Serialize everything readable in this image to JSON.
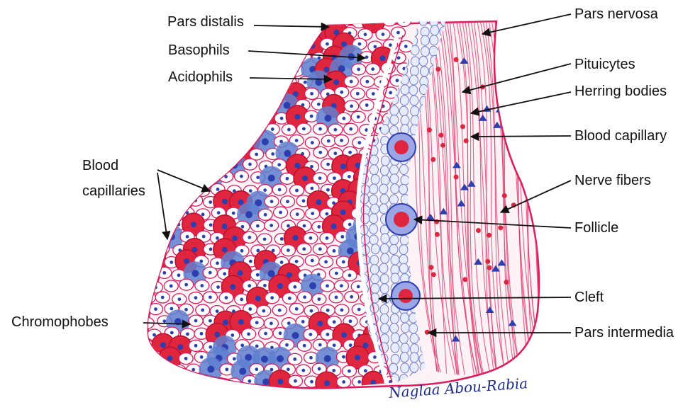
{
  "diagram": {
    "labels": {
      "pars_distalis": "Pars distalis",
      "basophils": "Basophils",
      "acidophils": "Acidophils",
      "blood_capillaries": "Blood\ncapillaries",
      "chromophobes": "Chromophobes",
      "pars_nervosa": "Pars nervosa",
      "pituicytes": "Pituicytes",
      "herring_bodies": "Herring bodies",
      "blood_capillary": "Blood capillary",
      "nerve_fibers": "Nerve fibers",
      "follicle": "Follicle",
      "cleft": "Cleft",
      "pars_intermedia": "Pars intermedia"
    },
    "signature": "Naglaa Abou-Rabia",
    "colors": {
      "outline": "#e0185a",
      "acidophil": "#e0263f",
      "basophil": "#5e7fd0",
      "nucleus": "#2d3fb0",
      "nerve": "#e33b6e",
      "arrow": "#111111",
      "signature": "#1d2b8f"
    }
  }
}
